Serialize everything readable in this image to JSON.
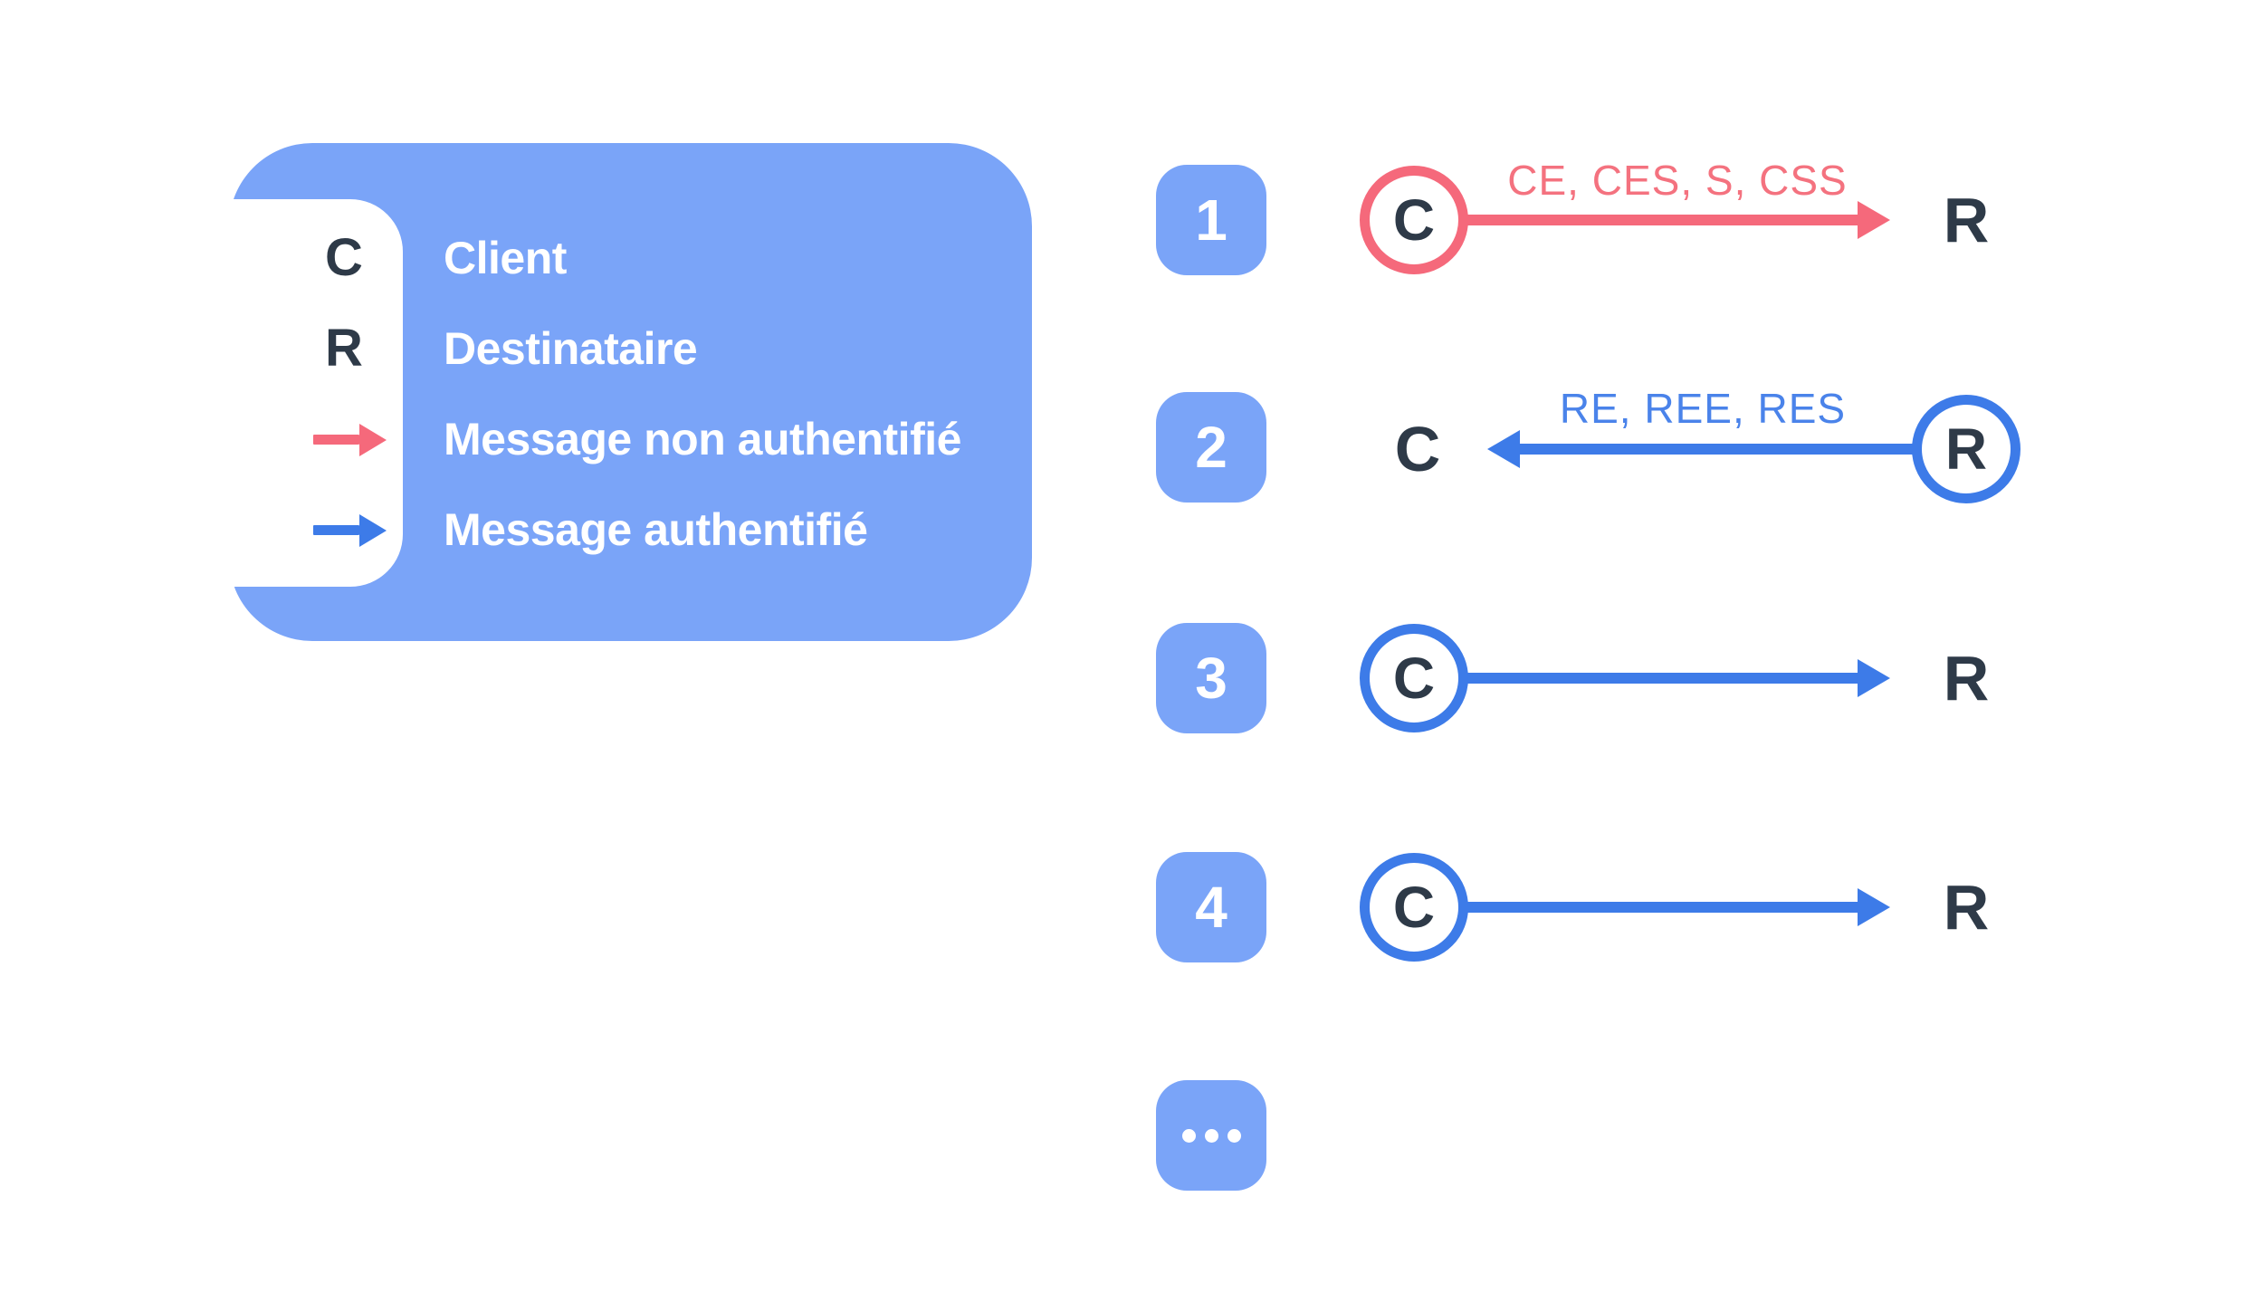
{
  "colors": {
    "panel_blue": "#7AA4F8",
    "arrow_blue": "#3D7BE8",
    "label_blue": "#4A83EA",
    "arrow_red": "#F5697B",
    "label_red": "#F4727F",
    "letter_dark": "#2E3A48",
    "background": "#FFFFFF"
  },
  "legend": {
    "entries": [
      {
        "symbol": "C",
        "symbol_type": "letter",
        "label": "Client"
      },
      {
        "symbol": "R",
        "symbol_type": "letter",
        "label": "Destinataire"
      },
      {
        "symbol_type": "red-arrow",
        "label": "Message non authentifié"
      },
      {
        "symbol_type": "blue-arrow",
        "label": "Message authentifié"
      }
    ]
  },
  "rows": [
    {
      "badge": "1",
      "from": "C",
      "to": "R",
      "direction": "right",
      "message_type": "non-authentifié",
      "label": "CE, CES, S, CSS",
      "circled_node": "C"
    },
    {
      "badge": "2",
      "from": "R",
      "to": "C",
      "direction": "left",
      "message_type": "authentifié",
      "label": "RE, REE, RES",
      "circled_node": "R"
    },
    {
      "badge": "3",
      "from": "C",
      "to": "R",
      "direction": "right",
      "message_type": "authentifié",
      "label": "",
      "circled_node": "C"
    },
    {
      "badge": "4",
      "from": "C",
      "to": "R",
      "direction": "right",
      "message_type": "authentifié",
      "label": "",
      "circled_node": "C"
    },
    {
      "badge": "…",
      "type": "ellipsis"
    }
  ]
}
